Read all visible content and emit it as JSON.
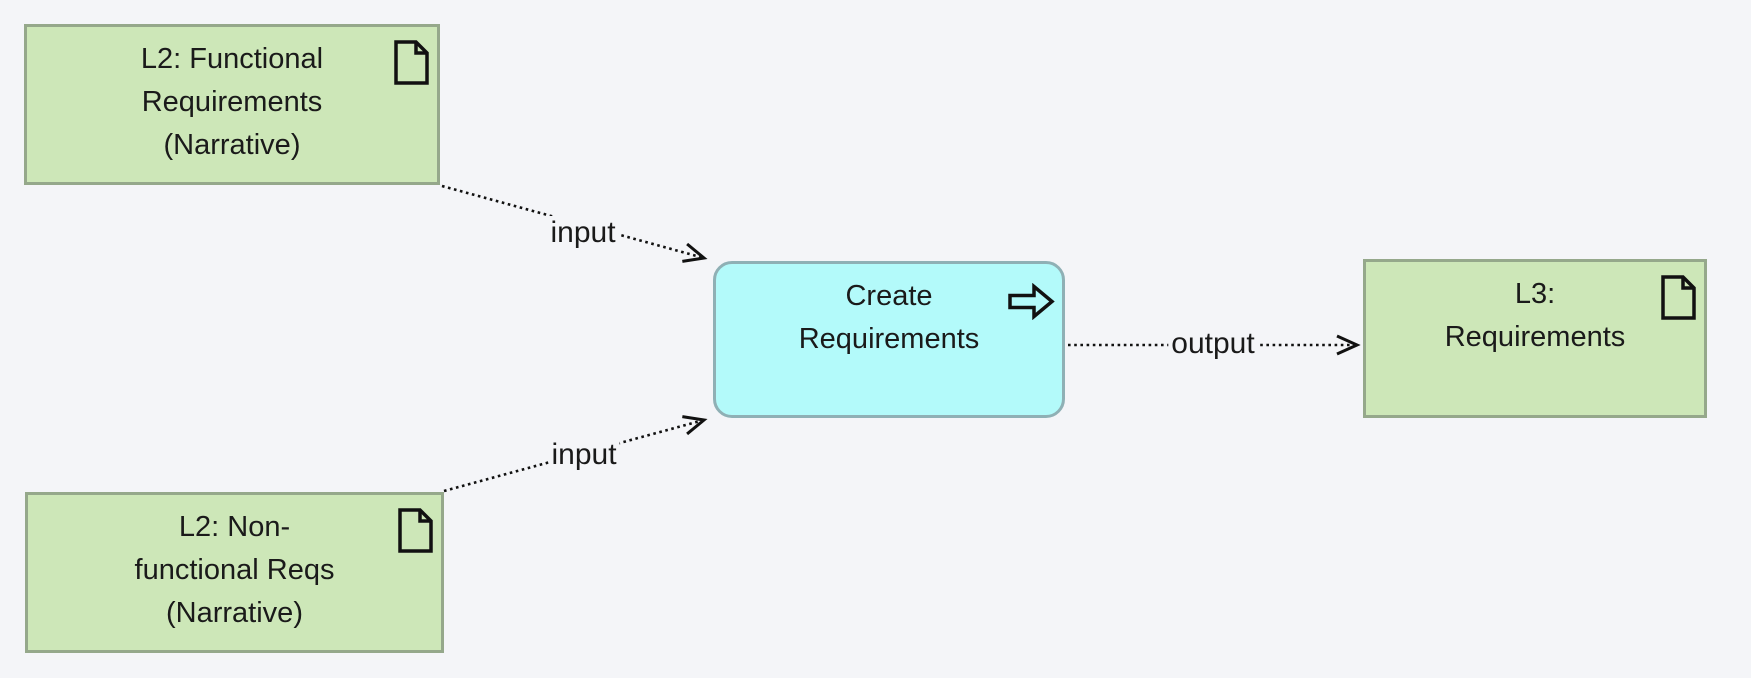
{
  "diagram": {
    "background_color": "#f4f5f8",
    "text_color": "#1a1a1a",
    "connector_color": "#111111",
    "deliverable_fill": "#cde7b8",
    "deliverable_border": "#95a88b",
    "process_fill": "#b3fafa",
    "process_border": "#8fb0b5"
  },
  "nodes": [
    {
      "id": "l2-functional",
      "type": "deliverable",
      "label": "L2: Functional Requirements (Narrative)",
      "lines": [
        "L2: Functional",
        "Requirements",
        "(Narrative)"
      ],
      "icon": "document-icon"
    },
    {
      "id": "l2-nonfunctional",
      "type": "deliverable",
      "label": "L2: Non-functional Reqs (Narrative)",
      "lines": [
        "L2: Non-",
        "functional Reqs",
        "(Narrative)"
      ],
      "icon": "document-icon"
    },
    {
      "id": "create-requirements",
      "type": "process",
      "label": "Create Requirements",
      "lines": [
        "Create",
        "Requirements"
      ],
      "icon": "process-arrow-icon"
    },
    {
      "id": "l3-requirements",
      "type": "deliverable",
      "label": "L3: Requirements",
      "lines": [
        "L3:",
        "Requirements"
      ],
      "icon": "document-icon"
    }
  ],
  "edges": [
    {
      "id": "input-1",
      "label": "input",
      "from": "l2-functional",
      "to": "create-requirements",
      "style": "dotted-open-arrow"
    },
    {
      "id": "input-2",
      "label": "input",
      "from": "l2-nonfunctional",
      "to": "create-requirements",
      "style": "dotted-open-arrow"
    },
    {
      "id": "output-1",
      "label": "output",
      "from": "create-requirements",
      "to": "l3-requirements",
      "style": "dotted-open-arrow"
    }
  ]
}
